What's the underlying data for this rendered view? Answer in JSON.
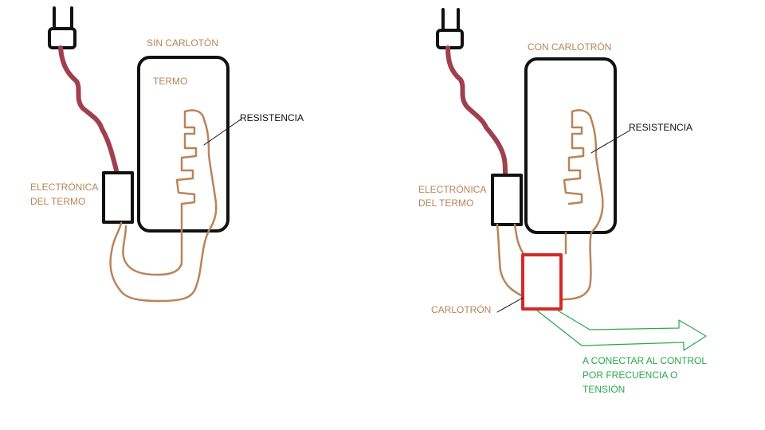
{
  "left_diagram": {
    "title": "SIN CARLOTÓN",
    "heater_label": "TERMO",
    "element_label": "RESISTENCIA",
    "electronics_label_line1": "ELECTRÓNICA",
    "electronics_label_line2": "DEL TERMO"
  },
  "right_diagram": {
    "title": "CON CARLOTRÓN",
    "element_label": "RESISTENCIA",
    "electronics_label_line1": "ELECTRÓNICA",
    "electronics_label_line2": "DEL TERMO",
    "device_label": "CARLOTRÓN",
    "arrow_label_line1": "A CONECTAR AL CONTROL",
    "arrow_label_line2": "POR FRECUENCIA O",
    "arrow_label_line3": "TENSIÓN"
  },
  "colors": {
    "wire_brown": "#b9845a",
    "power_cord": "#a0404f",
    "outline": "#111111",
    "device_red": "#d42a2a",
    "arrow_green": "#2aa84a"
  }
}
